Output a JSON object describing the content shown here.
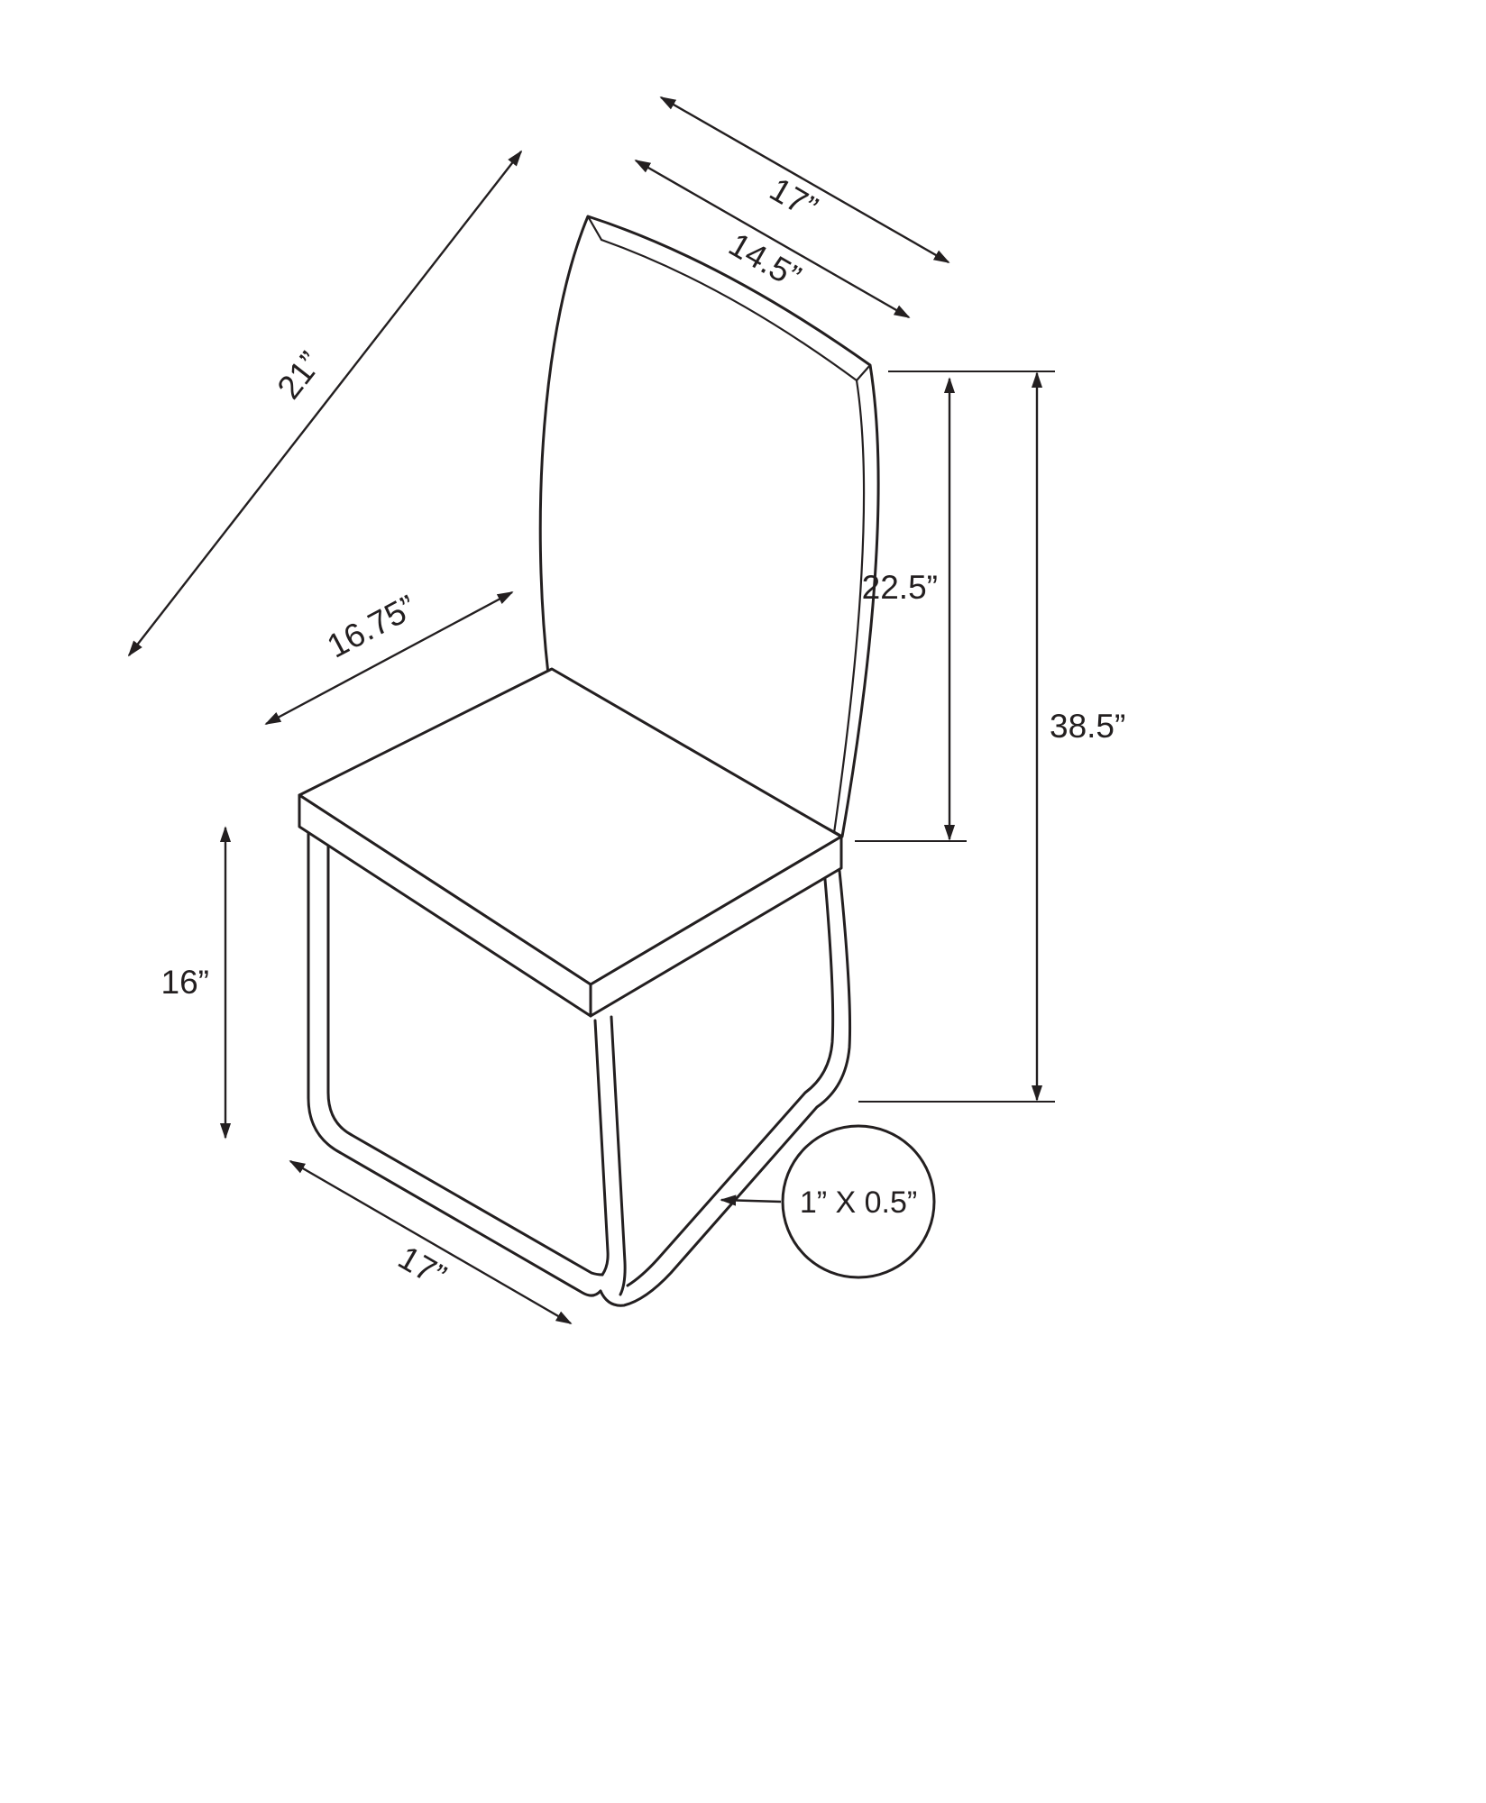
{
  "canvas": {
    "background": "#ffffff",
    "line_color": "#231f20",
    "subject": "chair dimensional line drawing"
  },
  "dimensions": {
    "back_top_width": "17”",
    "backrest_width": "14.5”",
    "backrest_diagonal": "21”",
    "seat_to_top_height": "22.5”",
    "overall_height": "38.5”",
    "seat_depth": "16.75”",
    "floor_to_seat_height": "16”",
    "base_depth": "17”",
    "leg_tube_size": "1” X 0.5”"
  }
}
